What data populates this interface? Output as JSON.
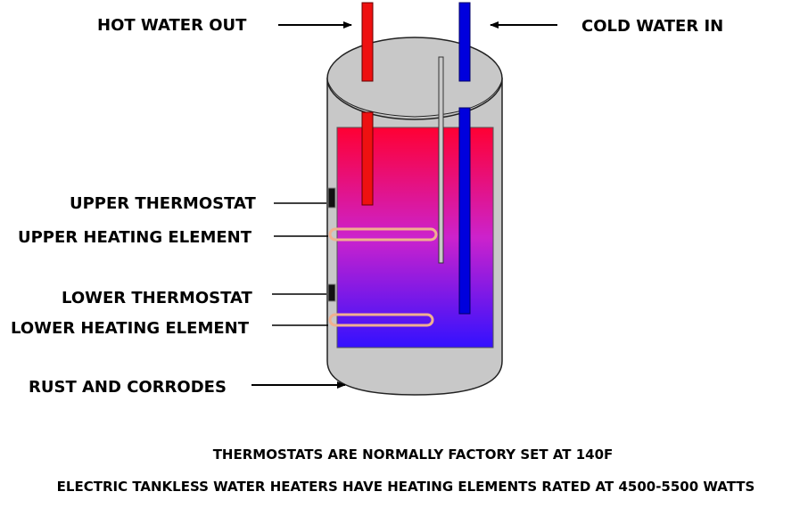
{
  "labels": {
    "hot_water_out": "HOT WATER OUT",
    "cold_water_in": "COLD WATER IN",
    "upper_thermostat": "UPPER THERMOSTAT",
    "upper_heating_element": "UPPER HEATING ELEMENT",
    "lower_thermostat": "LOWER THERMOSTAT",
    "lower_heating_element": "LOWER HEATING ELEMENT",
    "rust_and_corrodes": "RUST AND CORRODES"
  },
  "notes": {
    "thermostat_setting": "THERMOSTATS ARE NORMALLY FACTORY SET AT 140F",
    "element_rating": "ELECTRIC TANKLESS WATER HEATERS HAVE HEATING ELEMENTS RATED AT 4500-5500 WATTS"
  },
  "colors": {
    "hot_pipe": "#ee1111",
    "cold_pipe": "#0000dd",
    "water_top": "#ff0033",
    "water_middle": "#cc22cc",
    "water_bottom": "#3311ff",
    "tank_shell": "#c8c8c8",
    "heating_element": "#f0b090",
    "thermostat": "#111111"
  }
}
